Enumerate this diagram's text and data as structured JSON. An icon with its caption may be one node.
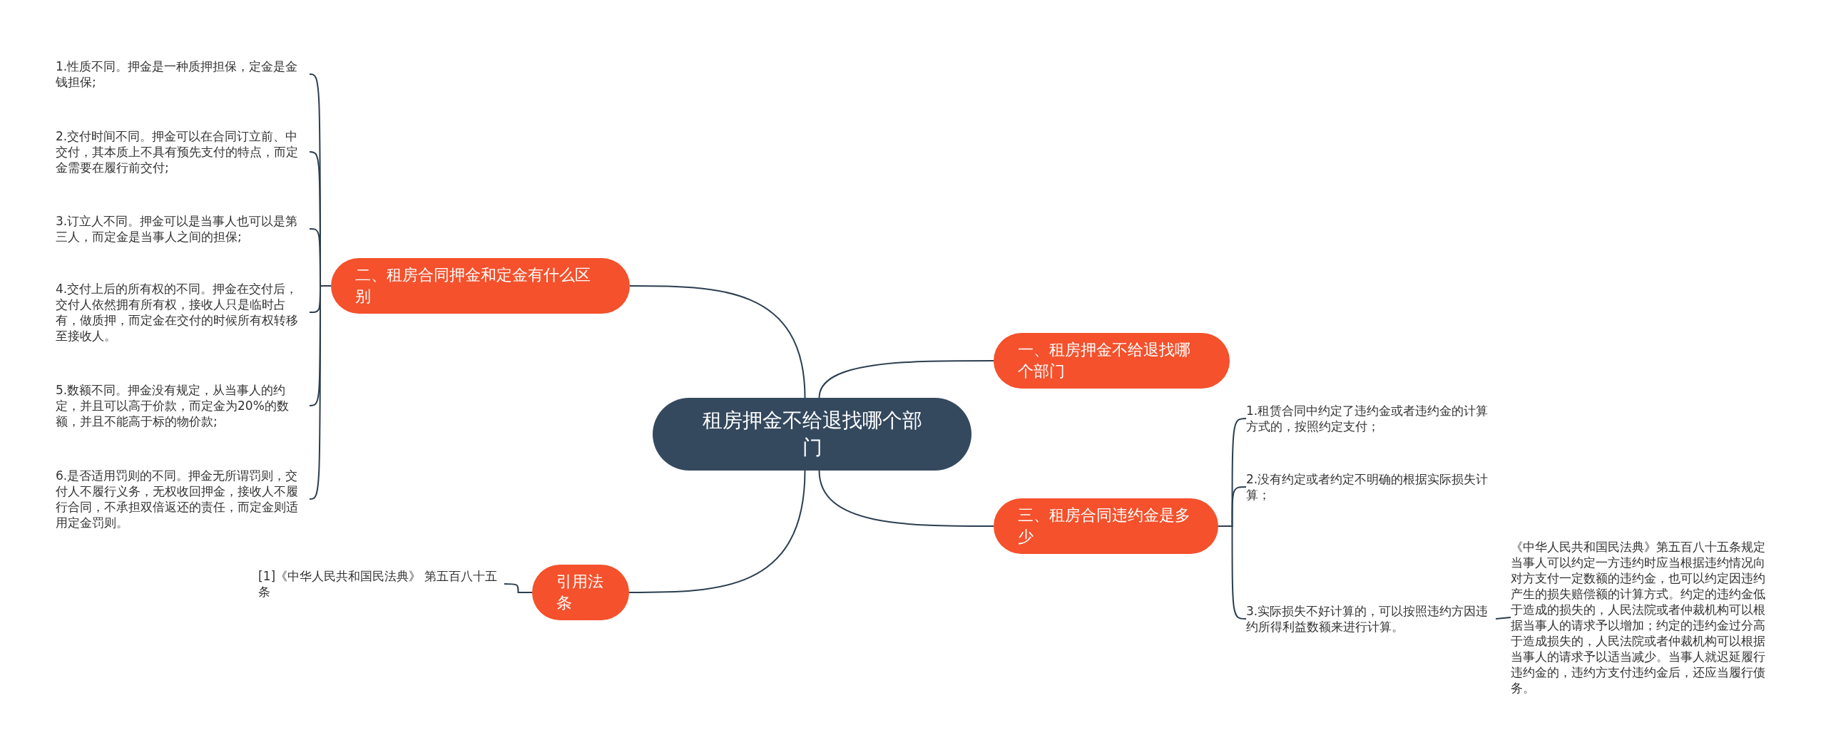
{
  "diagram": {
    "nodes": [
      {
        "text": [
          "租房押金不给退找哪个部门"
        ]
      },
      {
        "text": [
          "二、租房合同押金和定金有什么区别"
        ]
      },
      {
        "text": [
          "1.性质不同。押金是一种质押担保，定金是金钱担保;"
        ]
      },
      {
        "text": [
          "2.交付时间不同。押金可以在合同订立前、中交付，其本质上不具有预先支付的特点，而定金需要在履行前交付;"
        ]
      },
      {
        "text": [
          "3.订立人不同。押金可以是当事人也可以是第三人，而定金是当事人之间的担保;"
        ]
      },
      {
        "text": [
          "4.交付上后的所有权的不同。押金在交付后，交付人依然拥有所有权，接收人只是临时占有，做质押，而定金在交付的时候所有权转移至接收人。"
        ]
      },
      {
        "text": [
          "5.数额不同。押金没有规定，从当事人的约定，并且可以高于价款，而定金为20%的数额，并且不能高于标的物价款;"
        ]
      },
      {
        "text": [
          "6.是否适用罚则的不同。押金无所谓罚则，交付人不履行义务，无权收回押金，接收人不履行合同，不承担双倍返还的责任，而定金则适用定金罚则。"
        ]
      },
      {
        "text": [
          "一、租房押金不给退找哪个部门"
        ]
      },
      {
        "text": [
          "三、租房合同违约金是多少"
        ]
      },
      {
        "text": [
          "1.租赁合同中约定了违约金或者违约金的计算方式的，按照约定支付；"
        ]
      },
      {
        "text": [
          "2.没有约定或者约定不明确的根据实际损失计算；"
        ]
      },
      {
        "text": [
          "3.实际损失不好计算的，可以按照违约方因违约所得利益数额来进行计算。"
        ]
      },
      {
        "text": [
          "《中华人民共和国民法典》第五百八十五条规定当事人可以约定一方违约时应当根据违约情况向对方支付一定数额的违约金，也可以约定因违约产生的损失赔偿额的计算方式。约定的违约金低于造成的损失的，人民法院或者仲裁机构可以根据当事人的请求予以增加；约定的违约金过分高于造成损失的，人民法院或者仲裁机构可以根据当事人的请求予以适当减少。当事人就迟延履行违约金的，违约方支付违约金后，还应当履行债务。"
        ]
      },
      {
        "text": [
          "引用法条"
        ]
      },
      {
        "text": [
          "[1]《中华人民共和国民法典》 第五百八十五条"
        ]
      }
    ],
    "edges": [
      {
        "from": 0,
        "to": 1,
        "arrow": "none"
      },
      {
        "from": 1,
        "to": 2,
        "arrow": "none"
      },
      {
        "from": 1,
        "to": 3,
        "arrow": "none"
      },
      {
        "from": 1,
        "to": 4,
        "arrow": "none"
      },
      {
        "from": 1,
        "to": 5,
        "arrow": "none"
      },
      {
        "from": 1,
        "to": 6,
        "arrow": "none"
      },
      {
        "from": 1,
        "to": 7,
        "arrow": "none"
      },
      {
        "from": 0,
        "to": 8,
        "arrow": "none"
      },
      {
        "from": 0,
        "to": 9,
        "arrow": "none"
      },
      {
        "from": 9,
        "to": 10,
        "arrow": "none"
      },
      {
        "from": 9,
        "to": 11,
        "arrow": "none"
      },
      {
        "from": 9,
        "to": 12,
        "arrow": "none"
      },
      {
        "from": 12,
        "to": 13,
        "arrow": "none"
      },
      {
        "from": 0,
        "to": 14,
        "arrow": "none"
      },
      {
        "from": 14,
        "to": 15,
        "arrow": "none"
      }
    ]
  }
}
